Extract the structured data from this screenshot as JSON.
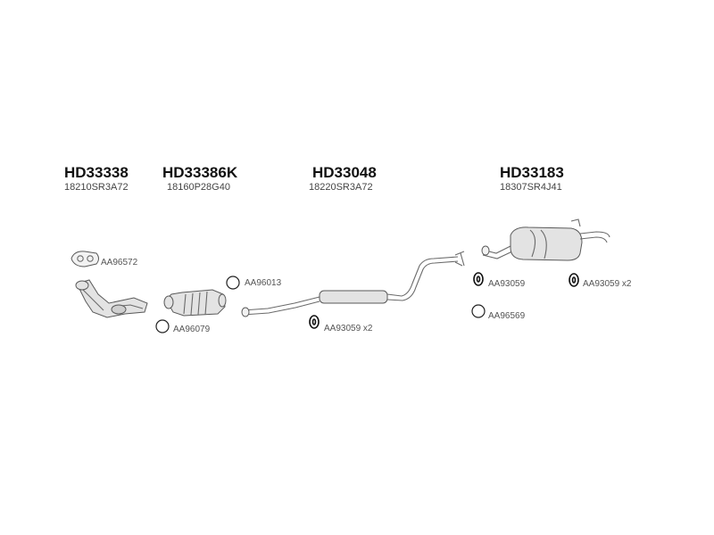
{
  "parts": [
    {
      "code": "HD33338",
      "oem": "18210SR3A72"
    },
    {
      "code": "HD33386K",
      "oem": "18160P28G40"
    },
    {
      "code": "HD33048",
      "oem": "18220SR3A72"
    },
    {
      "code": "HD33183",
      "oem": "18307SR4J41"
    }
  ],
  "accessories": {
    "gasket_manifold": "AA96572",
    "ring_front": "AA96079",
    "ring_mid": "AA96013",
    "mount_mid": "AA93059 x2",
    "mount_rear_left": "AA93059",
    "ring_rear": "AA96569",
    "mount_rear_right": "AA93059 x2"
  },
  "icons": {
    "manifold": "exhaust-manifold-icon",
    "catalyst": "catalytic-converter-icon",
    "pipe": "intermediate-pipe-icon",
    "silencer": "rear-silencer-icon",
    "ring": "sealing-ring-icon",
    "mount": "rubber-mount-icon"
  }
}
